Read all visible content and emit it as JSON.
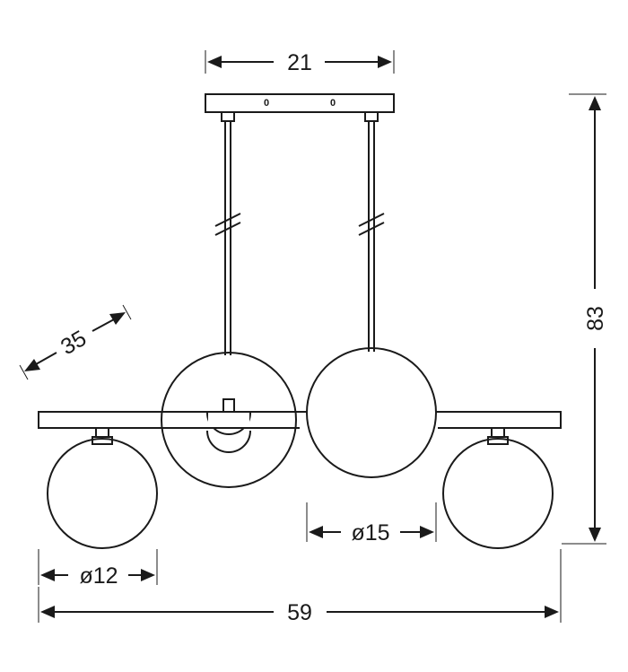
{
  "dimensions": {
    "canopy_width": "21",
    "overall_height": "83",
    "depth": "35",
    "large_globe_diameter": "ø15",
    "small_globe_diameter": "ø12",
    "overall_width": "59"
  },
  "canopy_marks": [
    "0",
    "0"
  ],
  "line_color": "#1a1a1a"
}
